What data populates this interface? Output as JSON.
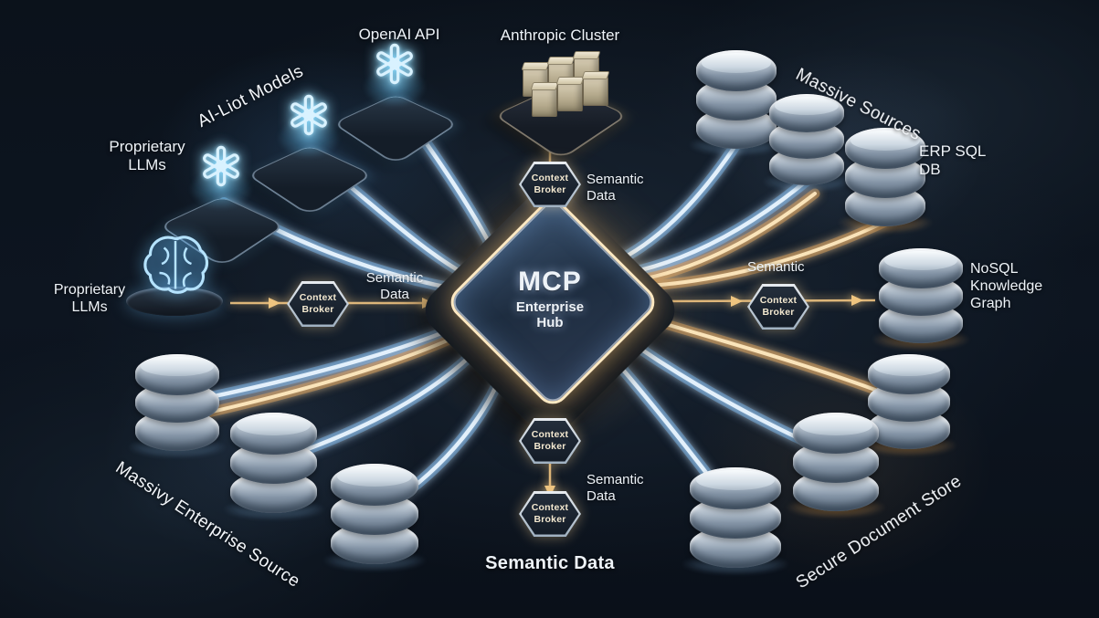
{
  "hub": {
    "line1": "MCP",
    "line2": "Enterprise",
    "line3": "Hub"
  },
  "labels": {
    "ai_liot_models": "AI-Liot Models",
    "openai_api": "OpenAI API",
    "anthropic_cluster": "Anthropic Cluster",
    "massive_sources": "Massive Sources",
    "proprietary_llms_top": "Proprietary LLMs",
    "erp_sql_db": "ERP SQL DB",
    "semantic_data_top": "Semantic Data",
    "proprietary_llms_left": "Proprietary LLMs",
    "semantic_data_left": "Semantic Data",
    "semantic_right": "Semantic",
    "nosql_knowledge_graph": "NoSQL Knowledge Graph",
    "massivy_enterprise_source": "Massivy Enterprise Source",
    "semantic_data_bottom": "Semantic Data",
    "semantic_data_bottom_big": "Semantic Data",
    "secure_document_store": "Secure Document Store"
  },
  "brokers": {
    "top": "Context Broker",
    "left": "Context Broker",
    "right": "Context Broker",
    "bottom_first": "Context Broker",
    "bottom_second": "Context Broker"
  },
  "colors": {
    "background": "#0c141e",
    "ribbon_blue": "#9fd4ff",
    "ribbon_gold": "#f0c27c",
    "text": "#eef3f8"
  }
}
